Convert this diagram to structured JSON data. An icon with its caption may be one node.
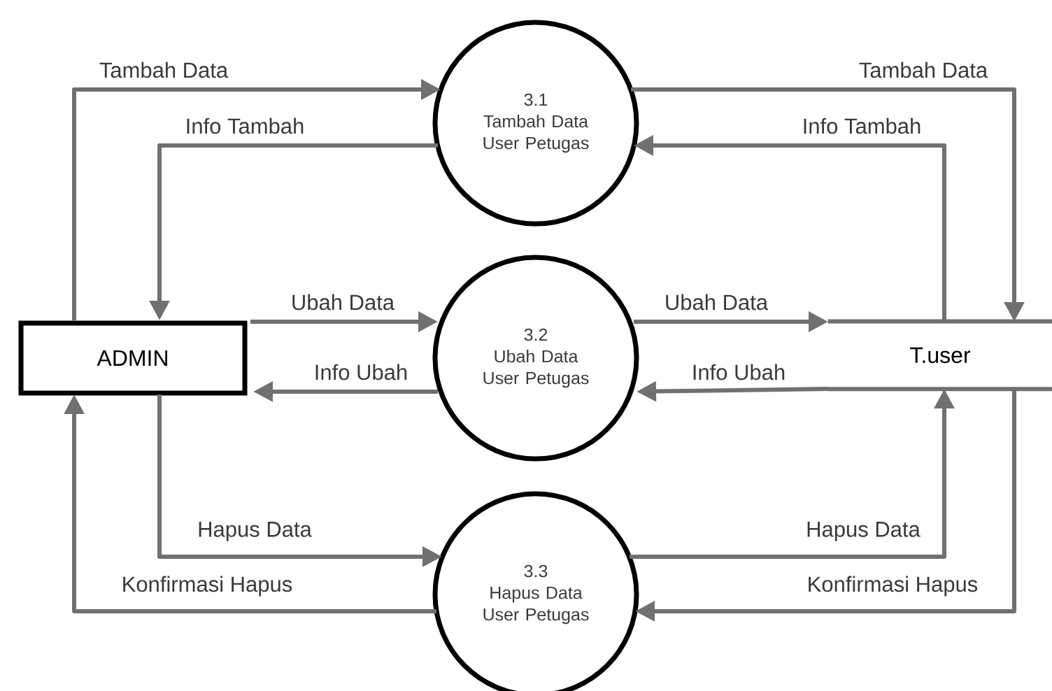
{
  "diagram": {
    "nodes": [
      {
        "text": [
          "ADMIN"
        ]
      },
      {
        "text": [
          "3.1",
          "Tambah Data User Petugas"
        ]
      },
      {
        "text": [
          "3.2",
          "Ubah Data User Petugas"
        ]
      },
      {
        "text": [
          "3.3",
          "Hapus Data User Petugas"
        ]
      },
      {
        "text": [
          "T.user"
        ]
      }
    ],
    "edges": [
      {
        "from": 0,
        "to": 1,
        "arrow": "to",
        "label": "Tambah Data"
      },
      {
        "from": 1,
        "to": 0,
        "arrow": "to",
        "label": "Info Tambah"
      },
      {
        "from": 1,
        "to": 4,
        "arrow": "to",
        "label": "Tambah Data"
      },
      {
        "from": 4,
        "to": 1,
        "arrow": "to",
        "label": "Info Tambah"
      },
      {
        "from": 0,
        "to": 2,
        "arrow": "to",
        "label": "Ubah Data"
      },
      {
        "from": 2,
        "to": 0,
        "arrow": "to",
        "label": "Info Ubah"
      },
      {
        "from": 2,
        "to": 4,
        "arrow": "to",
        "label": "Ubah Data"
      },
      {
        "from": 4,
        "to": 2,
        "arrow": "to",
        "label": "Info Ubah"
      },
      {
        "from": 0,
        "to": 3,
        "arrow": "to",
        "label": "Hapus Data"
      },
      {
        "from": 3,
        "to": 0,
        "arrow": "to",
        "label": "Konfirmasi Hapus"
      },
      {
        "from": 3,
        "to": 4,
        "arrow": "to",
        "label": "Hapus Data"
      },
      {
        "from": 4,
        "to": 3,
        "arrow": "to",
        "label": "Konfirmasi Hapus"
      }
    ]
  }
}
